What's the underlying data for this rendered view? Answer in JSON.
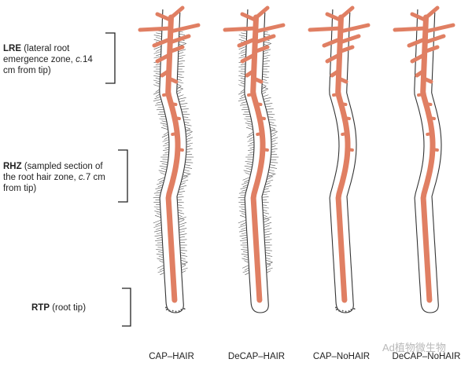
{
  "zones": {
    "lre": {
      "abbr": "LRE",
      "desc": "(lateral root emergence zone,",
      "dist_prefix": "c.",
      "dist": "14 cm from tip)"
    },
    "rhz": {
      "abbr": "RHZ",
      "desc": "(sampled section of the root hair zone,",
      "dist_prefix": "c.",
      "dist": "7 cm from tip)"
    },
    "rtp": {
      "abbr": "RTP",
      "desc": "(root tip)"
    }
  },
  "roots": [
    {
      "label": "CAP–HAIR",
      "hair": true,
      "cap": true
    },
    {
      "label": "DeCAP–HAIR",
      "hair": true,
      "cap": false
    },
    {
      "label": "CAP–NoHAIR",
      "hair": false,
      "cap": true
    },
    {
      "label": "DeCAP–NoHAIR",
      "hair": false,
      "cap": false
    }
  ],
  "colors": {
    "stele": "#e07f63",
    "outline": "#333333",
    "hair": "#555555"
  },
  "watermark": "Ad植物微生物"
}
